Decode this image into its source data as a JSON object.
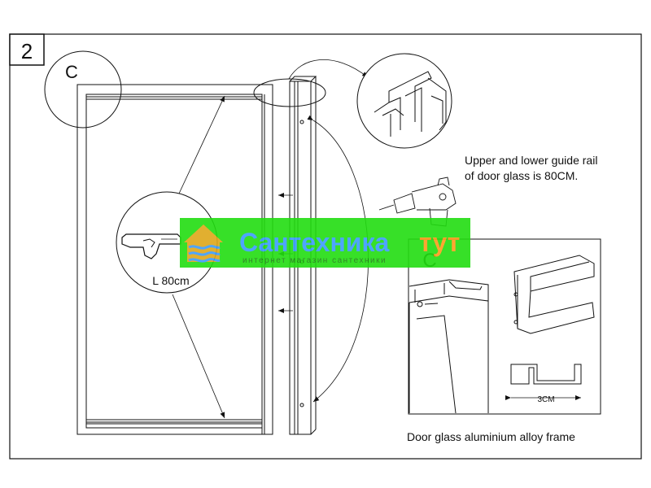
{
  "step_number": "2",
  "detail_label_main": "C",
  "detail_label_inset": "C",
  "rail_length_label": "L 80cm",
  "note": {
    "line1": "Upper and lower guide rail",
    "line2": "of door glass is 80CM."
  },
  "profile_dimension": "3CM",
  "frame_caption": "Door glass aluminium alloy frame",
  "watermark": {
    "title": "Сантехника",
    "title_accent": "тут",
    "subtitle": "интернет магазин сантехники",
    "bg_color": "#22dd11",
    "title_color": "#3b9cff",
    "accent_color": "#ff9d1c"
  }
}
